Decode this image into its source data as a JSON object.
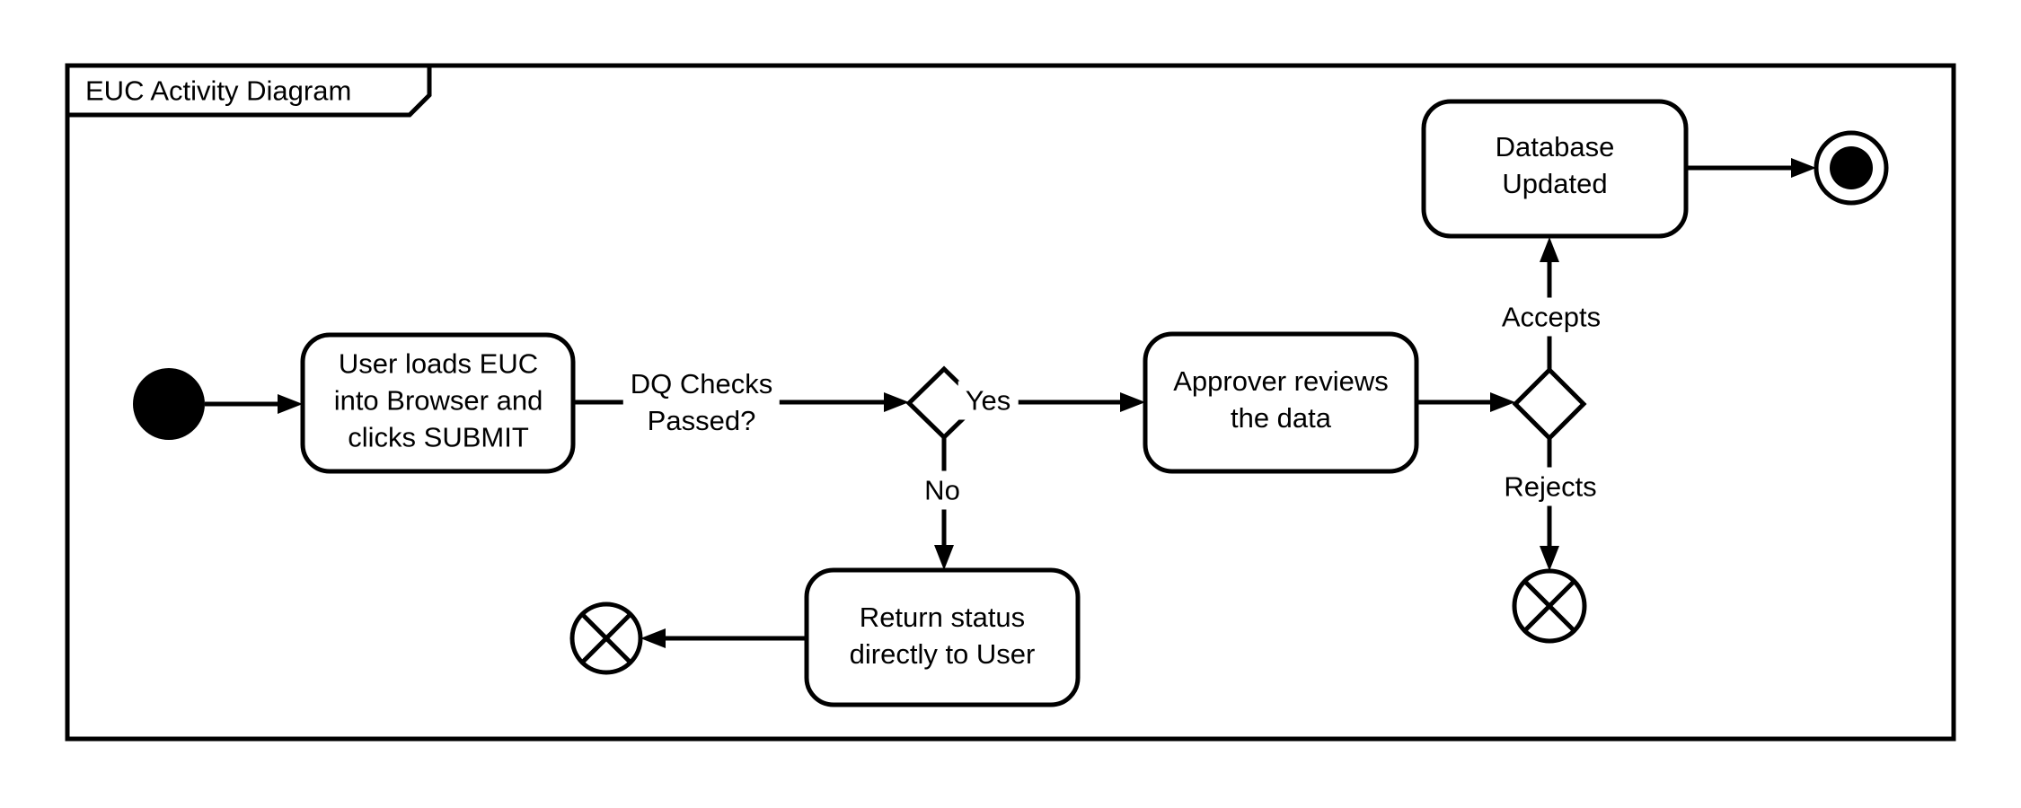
{
  "frame": {
    "title": "EUC Activity Diagram"
  },
  "nodes": {
    "load_euc": {
      "type": "action",
      "label": "User loads EUC\ninto Browser and\nclicks SUBMIT"
    },
    "approver_reviews": {
      "type": "action",
      "label": "Approver reviews\nthe data"
    },
    "database_updated": {
      "type": "action",
      "label": "Database\nUpdated"
    },
    "return_status": {
      "type": "action",
      "label": "Return status\ndirectly to User"
    },
    "start": {
      "type": "initial-node",
      "label": ""
    },
    "dq_decision": {
      "type": "decision",
      "label": ""
    },
    "approval_decision": {
      "type": "decision",
      "label": ""
    },
    "activity_final": {
      "type": "activity-final-node",
      "label": ""
    },
    "flow_final_user": {
      "type": "flow-final-node",
      "label": ""
    },
    "flow_final_rejects": {
      "type": "flow-final-node",
      "label": ""
    }
  },
  "edges": {
    "dq_question": {
      "label": "DQ Checks\nPassed?"
    },
    "yes_branch": {
      "label": "Yes"
    },
    "no_branch": {
      "label": "No"
    },
    "accepts_branch": {
      "label": "Accepts"
    },
    "rejects_branch": {
      "label": "Rejects"
    }
  },
  "colors": {
    "stroke": "#000000",
    "node_fill": "#ffffff",
    "background": "#ffffff"
  }
}
